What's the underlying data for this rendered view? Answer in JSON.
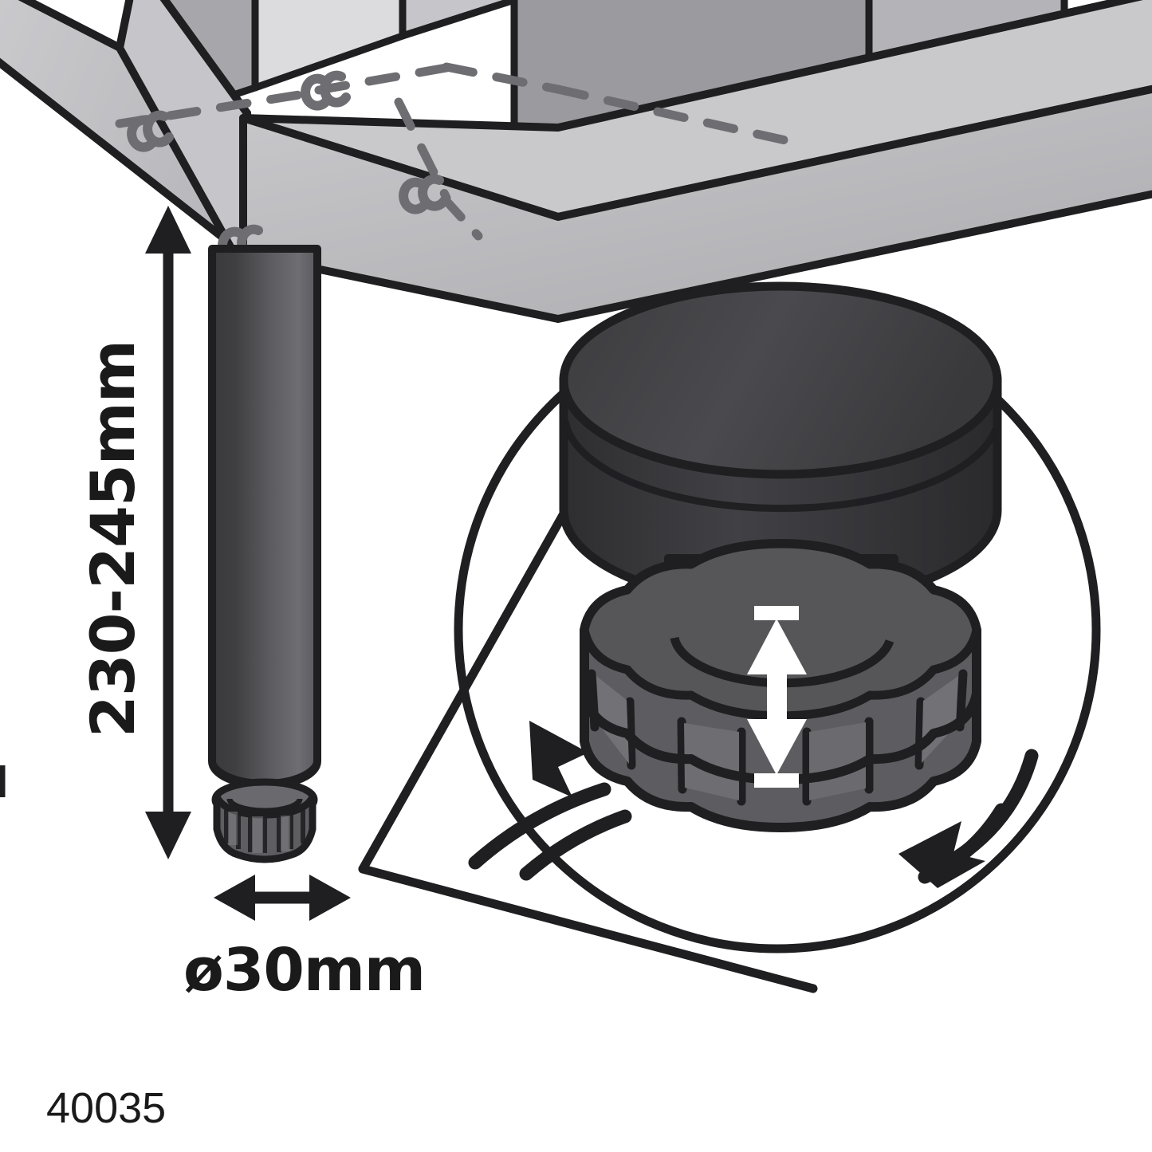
{
  "document": {
    "type": "assembly-instruction-diagram",
    "subject": "Adjustable furniture leg with levelling foot"
  },
  "dimensions": {
    "height_label": "230-245mm",
    "diameter_label": "ø30mm"
  },
  "part_number": "40035",
  "icons": {
    "height_arrow": "vertical-double-arrow-icon",
    "diameter_arrow": "horizontal-double-arrow-icon",
    "adjust_arrow": "white-vertical-double-arrow-icon",
    "rotate_left": "curved-rotation-arrow-left-icon",
    "rotate_right": "curved-rotation-arrow-right-icon",
    "magnifier": "magnified-detail-circle-icon"
  },
  "colors": {
    "outline": "#1f1f22",
    "panel_light": "#d2d2d4",
    "panel_mid": "#c2c2c5",
    "panel_dark": "#a9a9ad",
    "leg_dark": "#3f3f42",
    "leg_light": "#6e6e72",
    "foot_dark": "#4a4a4e",
    "foot_light": "#7b7b80",
    "hidden_line": "#6e6e72",
    "white": "#ffffff",
    "text": "#1a1a1a"
  }
}
